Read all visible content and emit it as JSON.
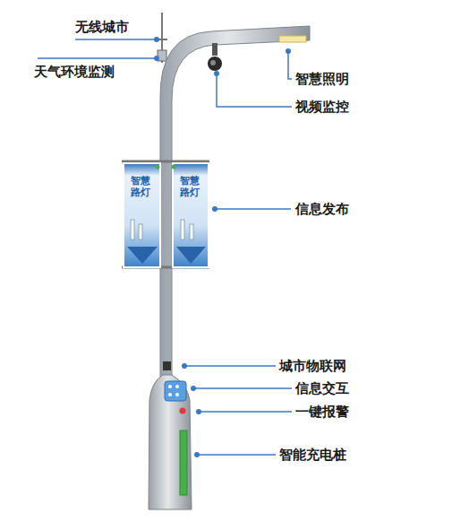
{
  "diagram": {
    "labels": [
      "无线城市",
      "天气环境监测",
      "智慧照明",
      "视频监控",
      "智慧路灯",
      "智慧路灯",
      "信息发布",
      "城市物联网",
      "信息交互",
      "一键报警",
      "智能充电桩"
    ]
  }
}
